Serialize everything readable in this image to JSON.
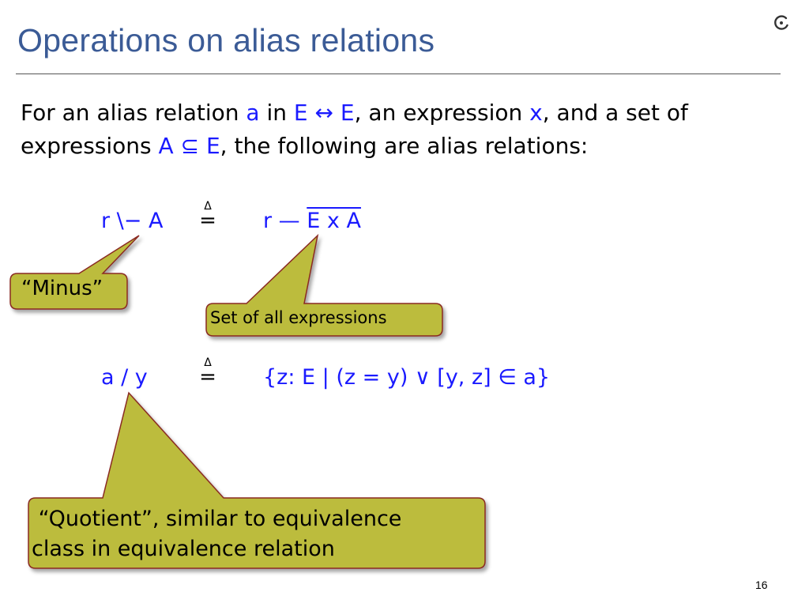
{
  "slide": {
    "title": "Operations on alias relations",
    "page_number": "16",
    "logo_icon": "circle-dot-icon"
  },
  "intro": {
    "line1": {
      "t1": "For an alias relation ",
      "a": "a",
      "t2": " in ",
      "E1": "E",
      "arrow": "↔",
      "E2": "E",
      "t3": ", an expression ",
      "x": "x",
      "t4": ", and a set of"
    },
    "line2": {
      "t1": "expressions ",
      "A": "A",
      "subset": "⊆",
      "E": "E",
      "t2": ", the following are alias relations:"
    }
  },
  "formulas": {
    "minus": {
      "lhs": "r \\− A",
      "delta": "Δ",
      "eq": "=",
      "rhs_pre": "r — ",
      "rhs_over": "E x A"
    },
    "quotient": {
      "lhs": "a / y",
      "delta": "Δ",
      "eq": "=",
      "rhs": "{z: E | (z = y) ∨ [y, z] ∈ a}"
    }
  },
  "callouts": {
    "minus": "“Minus”",
    "all_expressions": "Set of all expressions",
    "quotient_line1": " “Quotient”, similar to equivalence",
    "quotient_line2": "class in equivalence relation"
  },
  "colors": {
    "title": "#3b5b96",
    "formula_blue": "#1a1aff",
    "callout_fill": "#bcbc3c",
    "callout_border": "#8a2a22"
  }
}
